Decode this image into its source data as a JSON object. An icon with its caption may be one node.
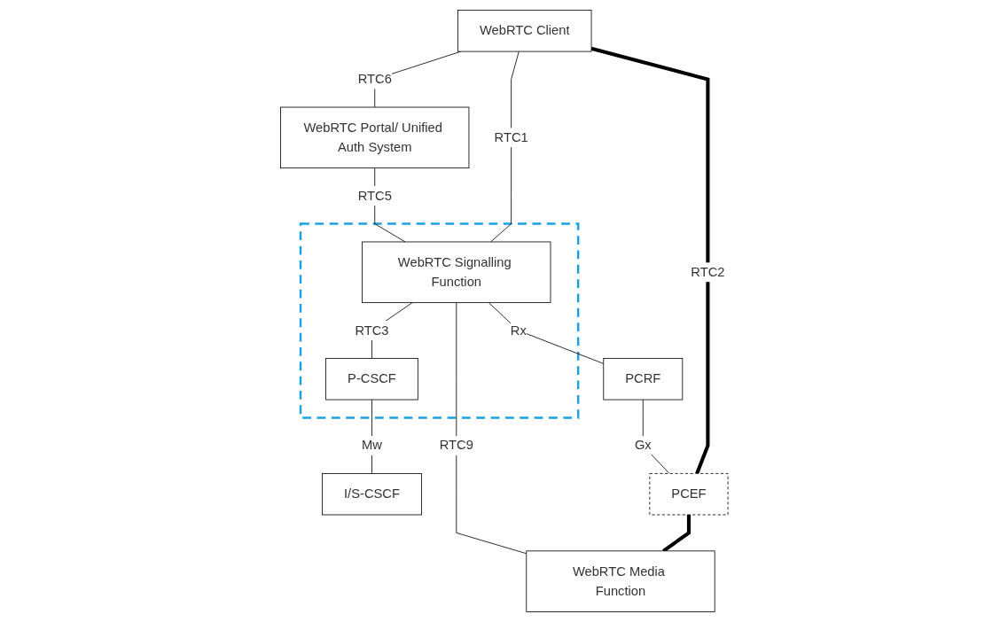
{
  "diagram": {
    "nodes": [
      {
        "text": [
          "WebRTC Portal/ Unified Auth System"
        ]
      },
      {
        "text": [
          "WebRTC Client"
        ]
      },
      {
        "text": [],
        "shape": "box"
      },
      {
        "text": [
          "WebRTC Signalling Function"
        ],
        "in": 2
      },
      {
        "text": [
          "P-CSCF"
        ],
        "in": 2
      },
      {
        "text": [
          "I/S-CSCF"
        ]
      },
      {
        "text": [
          "PCRF"
        ]
      },
      {
        "text": [
          "PCEF"
        ]
      },
      {
        "text": [
          "WebRTC Media Function"
        ]
      }
    ],
    "edges": [
      {
        "from": 1,
        "to": 0,
        "arrow": "none",
        "label": "RTC6"
      },
      {
        "from": 0,
        "to": 3,
        "arrow": "none",
        "label": "RTC5"
      },
      {
        "from": 1,
        "to": 3,
        "arrow": "none",
        "label": "RTC1"
      },
      {
        "from": 3,
        "to": 4,
        "arrow": "none",
        "label": "RTC3"
      },
      {
        "from": 4,
        "to": 5,
        "arrow": "none",
        "label": "Mw"
      },
      {
        "from": 3,
        "to": 6,
        "arrow": "none",
        "label": "Rx"
      },
      {
        "from": 6,
        "to": 7,
        "arrow": "none",
        "label": "Gx"
      },
      {
        "from": 3,
        "to": 8,
        "arrow": "none",
        "label": "RTC9"
      },
      {
        "from": 1,
        "to": 7,
        "arrow": "none",
        "label": "RTC2",
        "style": "thick"
      },
      {
        "from": 7,
        "to": 8,
        "arrow": "none",
        "style": "thick"
      }
    ]
  }
}
